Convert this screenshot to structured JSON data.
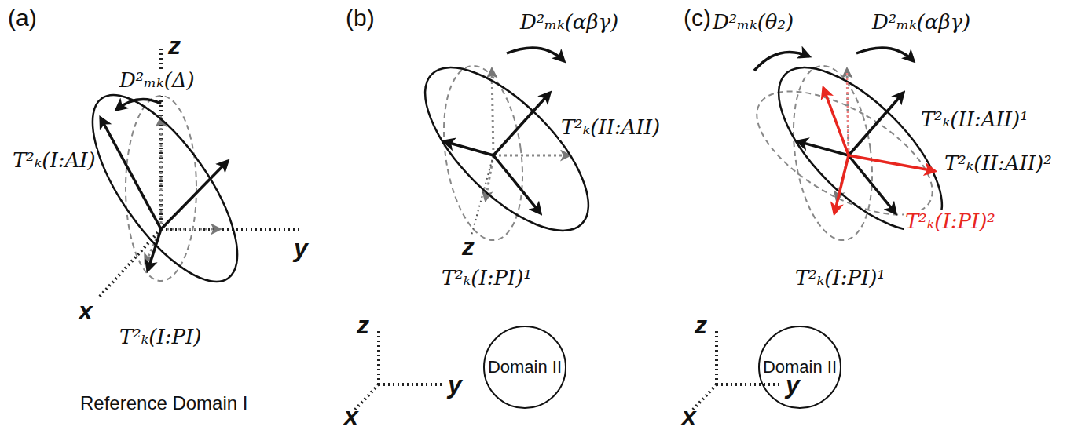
{
  "diagram": {
    "nodes": [
      {
        "text": [
          "Domain II"
        ]
      },
      {
        "text": [
          "Domain II"
        ]
      }
    ],
    "labels": [
      "(a)",
      "D²ₘₖ(Δ)",
      "z",
      "y",
      "x",
      "T²ₖ(I:AI)",
      "T²ₖ(I:PI)",
      "Reference Domain I",
      "(b)",
      "D²ₘₖ(αβγ)",
      "T²ₖ(II:AII)",
      "z",
      "T²ₖ(I:PI)¹",
      "z",
      "y",
      "x",
      "(c)",
      "D²ₘₖ(θ₂)",
      "D²ₘₖ(αβγ)",
      "T²ₖ(II:AII)¹",
      "T²ₖ(II:AII)²",
      "T²ₖ(I:PI)²",
      "T²ₖ(I:PI)¹",
      "z",
      "y",
      "x"
    ]
  }
}
